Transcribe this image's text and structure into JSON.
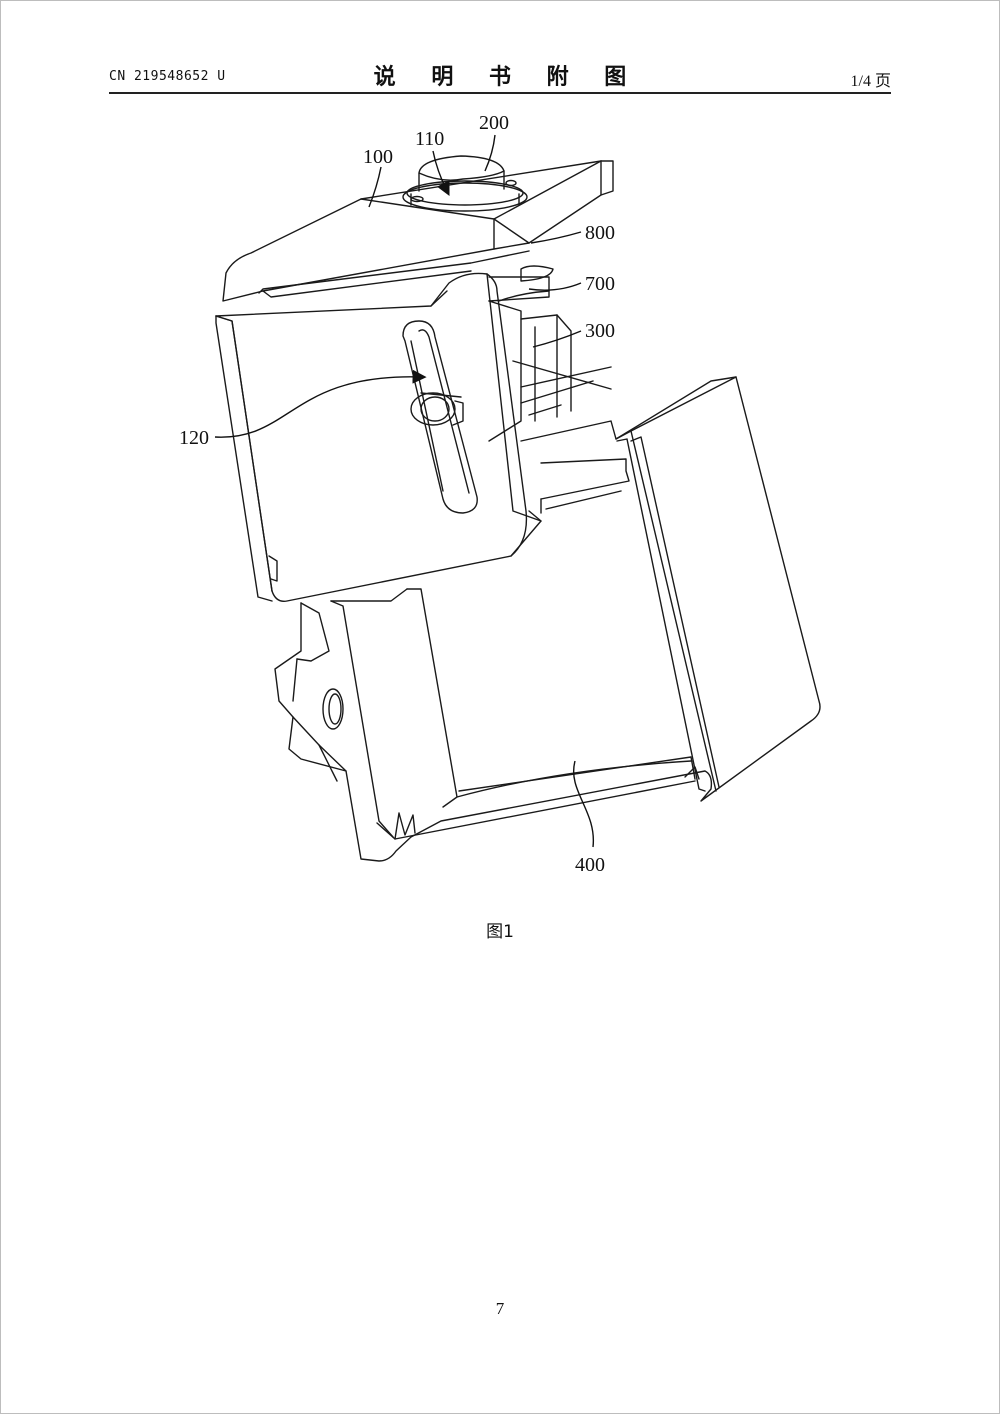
{
  "header": {
    "doc_number": "CN 219548652 U",
    "title": "说 明 书 附 图",
    "page_indicator": "1/4 页"
  },
  "figure": {
    "caption": "图1",
    "labels": {
      "l100": "100",
      "l110": "110",
      "l200": "200",
      "l800": "800",
      "l700": "700",
      "l300": "300",
      "l120": "120",
      "l400": "400"
    }
  },
  "footer": {
    "page_number": "7"
  }
}
